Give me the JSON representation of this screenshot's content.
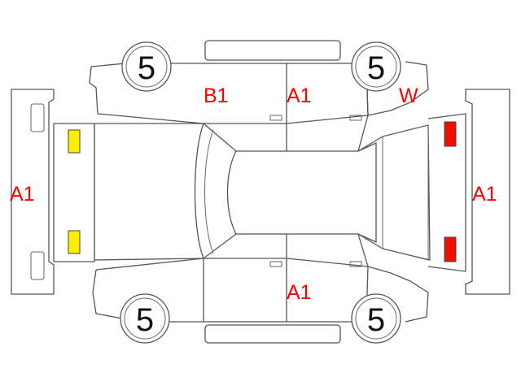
{
  "colors": {
    "damage_code": "#ff0000",
    "line": "#555555",
    "lamp_front": "#ffee00",
    "lamp_rear": "#ee1100",
    "tire_text": "#111111"
  },
  "tires": {
    "front_left": "5",
    "rear_left": "5",
    "front_right": "5",
    "rear_right": "5"
  },
  "codes": {
    "front_bumper": "A1",
    "rear_bumper": "A1",
    "left_front_door": "B1",
    "left_rear_door": "A1",
    "rear_quarter_glass": "W",
    "right_rear_door": "A1"
  }
}
